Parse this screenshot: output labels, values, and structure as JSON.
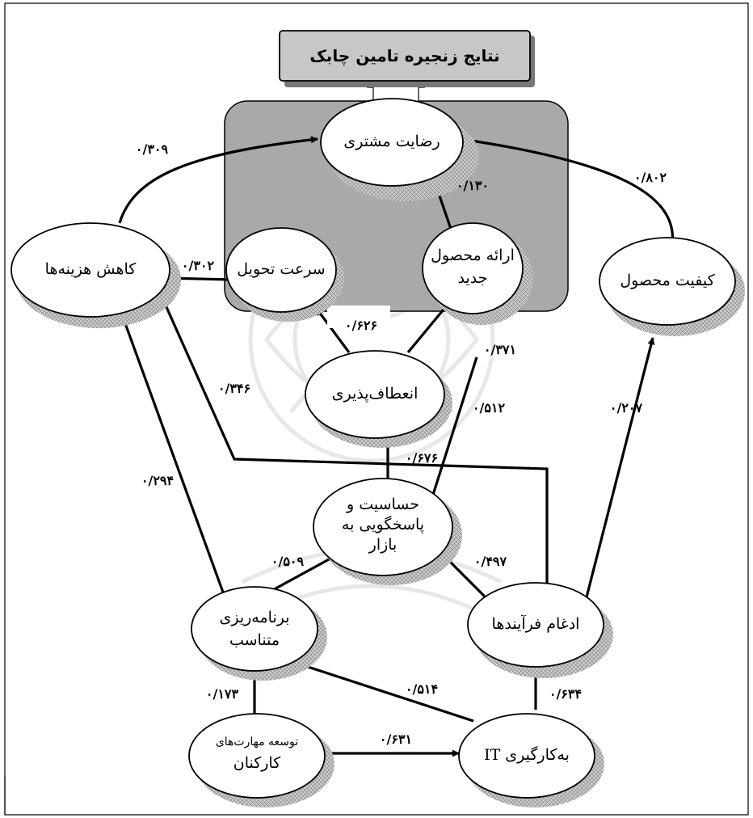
{
  "title": "نتایج زنجیره تامین چابک",
  "nodes": {
    "customer_satisfaction": "رضایت مشتری",
    "cost_reduction": "کاهش هزینه‌ها",
    "delivery_speed": "سرعت تحویل",
    "new_product_line1": "ارائه محصول",
    "new_product_line2": "جدید",
    "product_quality": "کیفیت محصول",
    "flexibility": "انعطاف‌پذیری",
    "market_sensitivity_line1": "حساسیت و",
    "market_sensitivity_line2": "پاسخگویی به",
    "market_sensitivity_line3": "بازار",
    "appropriate_planning_line1": "برنامه‌ریزی",
    "appropriate_planning_line2": "متناسب",
    "process_integration": "ادغام فرآیندها",
    "staff_skills_line1": "توسعه مهارت‌های",
    "staff_skills_line2": "کارکنان",
    "it_usage": "به‌کارگیری IT"
  },
  "edges": {
    "cost_to_satisfaction": "۰/۳۰۹",
    "newproduct_to_satisfaction": "۰/۱۳۰",
    "quality_to_satisfaction": "۰/۸۰۲",
    "delivery_to_cost": "۰/۳۰۲",
    "flex_to_delivery": "۰/۶۲۶",
    "flex_to_newproduct": "۰/۳۷۱",
    "integration_to_cost": "۰/۳۴۶",
    "market_to_newproduct": "۰/۵۱۲",
    "integration_to_quality": "۰/۲۰۷",
    "planning_to_cost": "۰/۲۹۴",
    "market_to_flex": "۰/۶۷۶",
    "planning_to_market": "۰/۵۰۹",
    "integration_to_market": "۰/۴۹۷",
    "skills_to_planning": "۰/۱۷۳",
    "it_to_planning": "۰/۵۱۴",
    "it_to_integration": "۰/۶۳۴",
    "skills_to_it": "۰/۶۳۱"
  }
}
